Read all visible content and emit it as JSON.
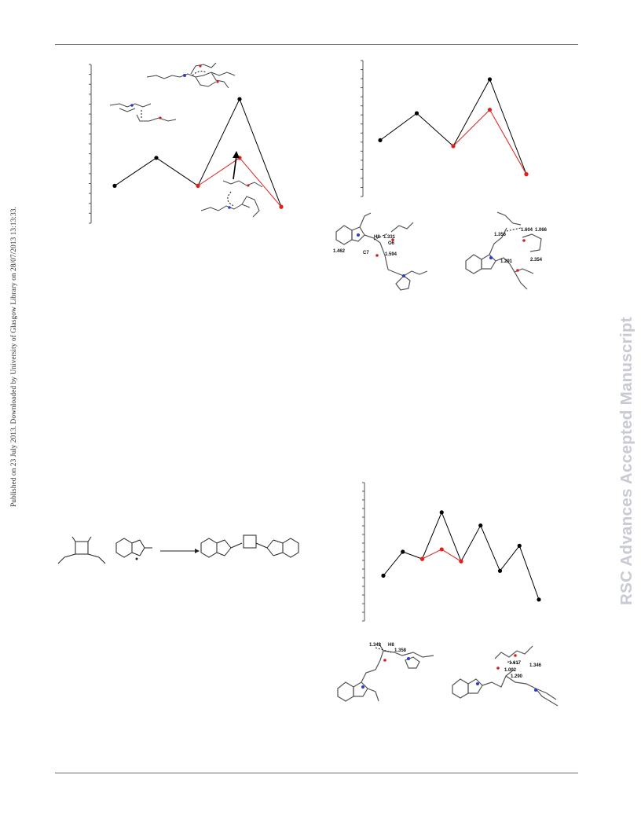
{
  "side_note": "Published on 23 July 2013. Downloaded by University of Glasgow Library on 28/07/2013 13:13:33.",
  "watermark": "RSC Advances Accepted Manuscript",
  "colors": {
    "black_path": "#000000",
    "red_path": "#e0201c",
    "rule": "#6a6a6a",
    "watermark": "#c8cbd3"
  },
  "chart_data": [
    {
      "type": "line",
      "series": [
        {
          "values": [
            2,
            4,
            2,
            8.2,
            0.5
          ]
        },
        {
          "values": [
            null,
            null,
            2,
            4,
            0.5
          ]
        }
      ],
      "ylim": [
        0,
        10
      ]
    },
    {
      "type": "line",
      "series": [
        {
          "values": [
            4,
            6.3,
            3.5,
            9.2,
            1.1
          ]
        },
        {
          "values": [
            null,
            null,
            3.5,
            6.6,
            1.1
          ]
        }
      ],
      "ylim": [
        0,
        10
      ]
    },
    {
      "type": "line",
      "series": [
        {
          "values": [
            3,
            5,
            4.4,
            8.3,
            4.2,
            7.2,
            3.4,
            5.5,
            1
          ]
        },
        {
          "values": [
            null,
            null,
            4.4,
            5.2,
            4.2,
            null,
            null,
            null,
            null
          ]
        }
      ],
      "ylim": [
        0,
        10
      ]
    }
  ],
  "labels_a": [
    "1.331",
    "H8",
    "O6",
    "1.462",
    "C7",
    "1.594"
  ],
  "labels_b": [
    "1.356",
    "1.604",
    "1.066",
    "1.291",
    "2.354"
  ],
  "labels_c": [
    "1.343",
    "H8",
    "1.358"
  ],
  "labels_d": [
    "1.617",
    "1.002",
    "1.346",
    "1.290"
  ]
}
